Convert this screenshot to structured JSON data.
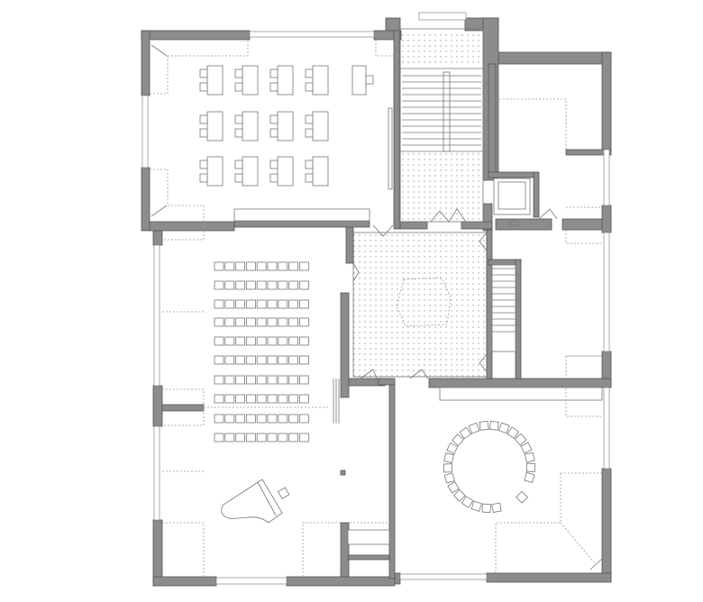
{
  "plan": {
    "colors": {
      "wall": "#8c8c8c",
      "line": "#777777",
      "background": "#ffffff",
      "dots": "#9a9a9a"
    },
    "classroom": {
      "desk_rows": 3,
      "desk_columns": 4,
      "teacher_desk": 1
    },
    "hall": {
      "seat_rows": 10,
      "seats_per_row": 9,
      "piano": 1
    },
    "circle_room": {
      "chairs_in_ring": 22,
      "extra_chairs": 1
    },
    "stair_treads": 12,
    "side_stair_treads": 11
  }
}
